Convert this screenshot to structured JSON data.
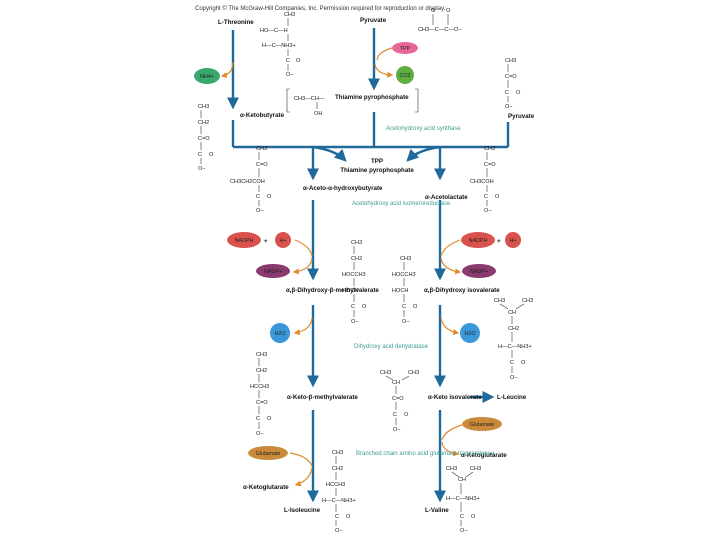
{
  "copyright": "Copyright © The McGraw-Hill Companies, Inc. Permission required for reproduction or display.",
  "compounds": {
    "threonine": "L-Threonine",
    "pyruvate_top": "Pyruvate",
    "pyruvate_right": "Pyruvate",
    "ketobutyrate": "α-Ketobutyrate",
    "tpp_complex": "Thiamine pyrophosphate",
    "tpp": "Thiamine pyrophosphate",
    "aceto_hydroxybutyrate": "α-Aceto-α-hydroxybutyrate",
    "acetolactate": "α-Acetolactate",
    "dihydroxy_methylvalerate": "α,β-Dihydroxy-β-methylvalerate",
    "dihydroxy_isovalerate": "α,β-Dihydroxy isovalerate",
    "keto_methylvalerate": "α-Keto-β-methylvalerate",
    "ketoisovalerate": "α-Keto isovalerate",
    "leucine": "L-Leucine",
    "isoleucine": "L-Isoleucine",
    "valine": "L-Valine",
    "ketoglutarate_left": "α-Ketoglutarate",
    "ketoglutarate_right": "α-Ketoglutarate"
  },
  "enzymes": {
    "acetohydroxy_synthase": "Acetohydroxy acid synthase",
    "acetohydroxy_isomeroreductase": "Acetohydroxy acid isomeroreductase",
    "dihydroxy_dehydratase": "Dihydroxy acid dehydratase",
    "transaminase": "Branched chain amino acid glutamate transaminase"
  },
  "cofactors": {
    "nh4": "NH4+",
    "tpp": "TPP",
    "co2": "CO2",
    "nadph_left": "NADPH",
    "h_left": "H+",
    "nadp_left": "NADP+",
    "nadph_right": "NADPH",
    "h_right": "H+",
    "nadp_right": "NADP+",
    "h2o_left": "H2O",
    "h2o_right": "H2O",
    "glutamate_left": "Glutamate",
    "glutamate_right": "Glutamate",
    "plus_left": "+",
    "plus_right": "+"
  },
  "colors": {
    "flow_arrow": "#1f6a9a",
    "side_arrow": "#e08a2a",
    "enzyme_text": "#3e9c8f",
    "nh4": "#3aa86e",
    "tpp": "#e8679a",
    "co2": "#5fae3f",
    "nadph": "#d9524d",
    "h_plus": "#d9524d",
    "nadp": "#8b3a6e",
    "h2o": "#3a98d8",
    "glutamate": "#c98b3a"
  },
  "structures": {
    "threonine": [
      "CH3",
      "HO—C—H",
      "H—C—NH3+",
      "C",
      "O",
      "O−"
    ],
    "pyruvate_top": [
      "O",
      "O",
      "CH3—C—C—O−"
    ],
    "tpp_complex": [
      "CH3—CH—",
      "OH"
    ],
    "pyruvate_right": [
      "CH3",
      "C=O",
      "C",
      "O",
      "O−"
    ],
    "ketobutyrate": [
      "CH3",
      "CH2",
      "C=O",
      "C",
      "O",
      "O−"
    ],
    "aceto_hydroxybutyrate": [
      "CH3",
      "C=O",
      "CH3CH2COH",
      "C",
      "O",
      "O−"
    ],
    "acetolactate": [
      "CH3",
      "C=O",
      "CH3COH",
      "C",
      "O",
      "O−"
    ],
    "dihydroxy_methylvalerate": [
      "CH3",
      "CH2",
      "HOCCH3",
      "HOCH",
      "C",
      "O",
      "O−"
    ],
    "dihydroxy_isovalerate": [
      "CH3",
      "HOCCH3",
      "HOCH",
      "C",
      "O",
      "O−"
    ],
    "keto_methylvalerate": [
      "CH3",
      "CH2",
      "HCCH3",
      "C=O",
      "C",
      "O",
      "O−"
    ],
    "ketoisovalerate": [
      "CH3",
      "CH",
      "CH3",
      "C=O",
      "C",
      "O",
      "O−"
    ],
    "leucine": [
      "CH3",
      "CH",
      "CH3",
      "CH2",
      "H—C—NH3+",
      "C",
      "O",
      "O−"
    ],
    "isoleucine": [
      "CH3",
      "CH2",
      "HCCH3",
      "H—C—NH3+",
      "C",
      "O",
      "O−"
    ],
    "valine": [
      "CH3",
      "CH",
      "CH3",
      "H—C—NH3+",
      "C",
      "O",
      "O−"
    ]
  }
}
